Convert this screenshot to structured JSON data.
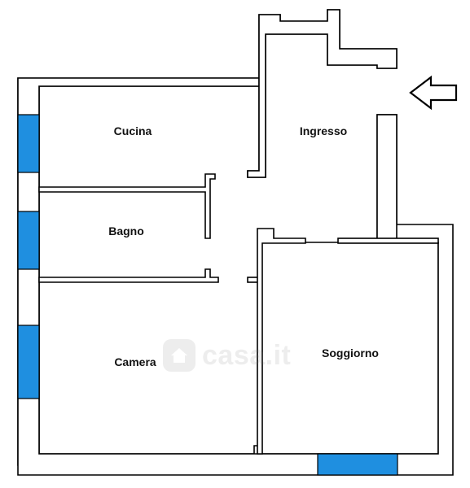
{
  "rooms": {
    "cucina": "Cucina",
    "ingresso": "Ingresso",
    "bagno": "Bagno",
    "camera": "Camera",
    "soggiorno": "Soggiorno"
  },
  "watermark": {
    "text": "casa.it"
  },
  "entrance_marker": {
    "icon": "entrance-arrow-icon",
    "direction": "left"
  },
  "colors": {
    "walls": "#000000",
    "windows": "#1f8fe0",
    "background": "#ffffff"
  }
}
